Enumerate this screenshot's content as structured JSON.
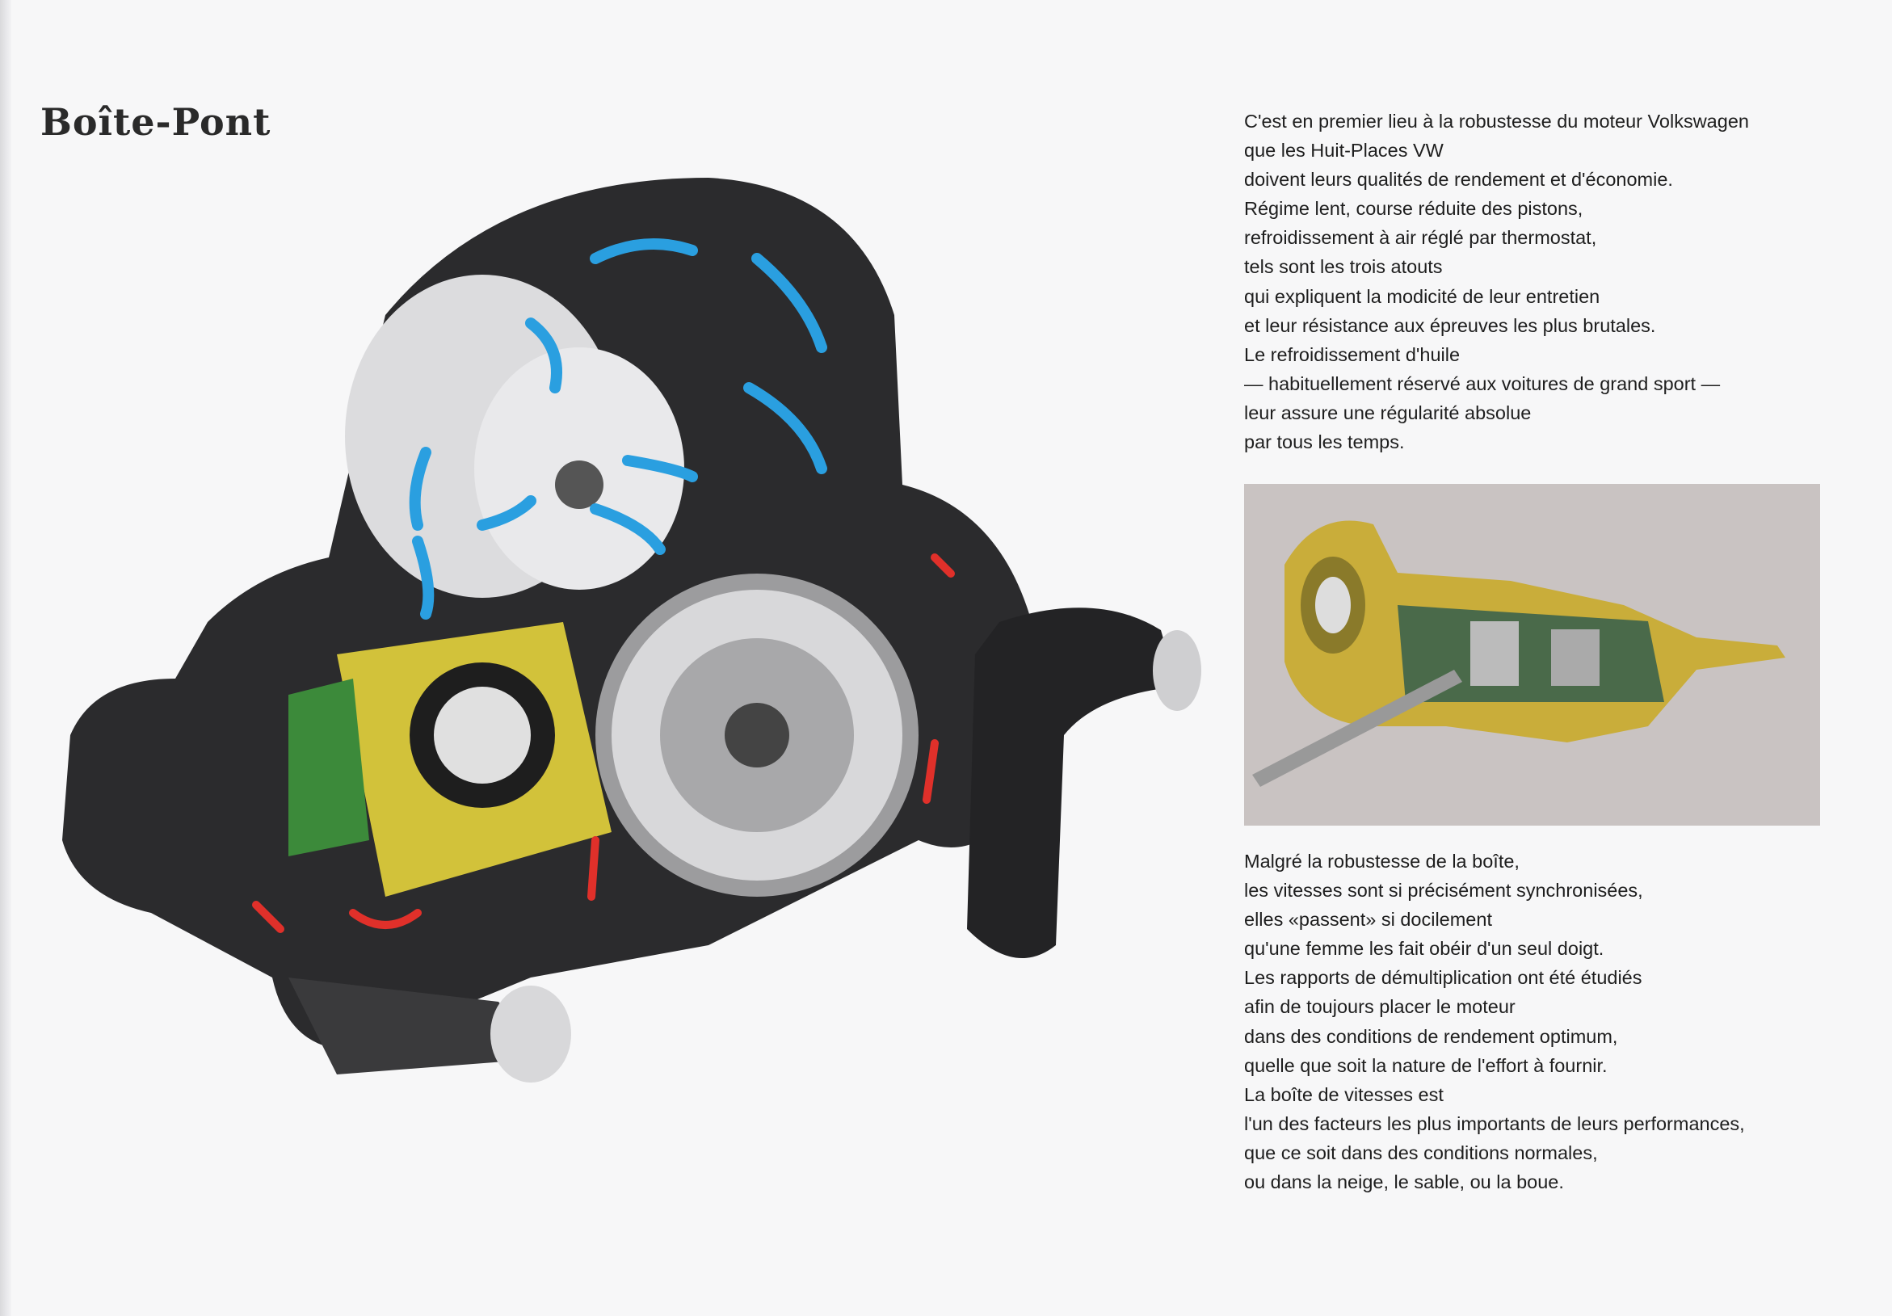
{
  "page": {
    "title": "Boîte-Pont",
    "paragraph_1": [
      "C'est en premier lieu à la robustesse du moteur Volkswagen",
      "que les Huit-Places VW",
      "doivent leurs qualités de rendement et d'économie.",
      "Régime lent, course réduite des pistons,",
      "refroidissement à air réglé par thermostat,",
      "tels sont les trois atouts",
      "qui expliquent la modicité de leur entretien",
      "et leur résistance aux épreuves les plus brutales.",
      "Le refroidissement d'huile",
      "— habituellement réservé aux voitures de grand sport —",
      "leur assure une régularité absolue",
      "par tous les temps."
    ],
    "paragraph_2": [
      "Malgré la robustesse de la boîte,",
      "les vitesses sont si précisément synchronisées,",
      "elles «passent» si docilement",
      "qu'une femme les fait obéir d'un seul doigt.",
      "Les rapports de démultiplication ont été étudiés",
      "afin de toujours placer le moteur",
      "dans des conditions de rendement optimum,",
      "quelle que soit la nature de l'effort à fournir.",
      "La boîte de vitesses est",
      "l'un des facteurs les plus importants de leurs performances,",
      "que ce soit dans des conditions normales,",
      "ou dans la neige, le sable, ou la boue."
    ]
  },
  "colors": {
    "airflow": "#2a9fe0",
    "oilflow": "#e0302a",
    "casing": "#d2c23a",
    "metal": "#2b2b2d"
  }
}
